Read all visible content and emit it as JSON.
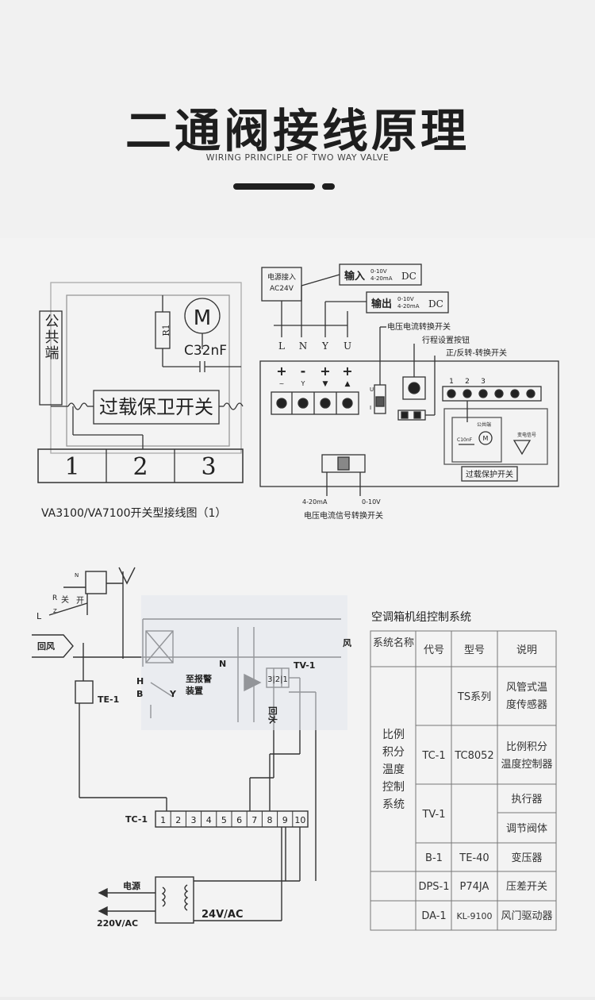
{
  "header": {
    "title": "二通阀接线原理",
    "subtitle": "WIRING PRINCIPLE OF TWO WAY VALVE"
  },
  "diagram1": {
    "common_terminal": "公共端",
    "resistor": "R1",
    "motor": "M",
    "capacitor": "C32nF",
    "overload_switch": "过载保卫开关",
    "terminals": [
      "1",
      "2",
      "3"
    ],
    "caption": "VA3100/VA7100开关型接线图（1）"
  },
  "diagram2": {
    "power_box": [
      "电源接入",
      "AC24V"
    ],
    "input_label": "输入",
    "input_range": [
      "0-10V",
      "4-20mA"
    ],
    "input_dc": "DC",
    "output_label": "输出",
    "output_range": [
      "0-10V",
      "4-20mA"
    ],
    "output_dc": "DC",
    "wire_labels": [
      "L",
      "N",
      "Y",
      "U"
    ],
    "vc_switch": "电压电流转换开关",
    "stroke_button": "行程设置按钮",
    "direction_switch": "正/反转-转换开关",
    "terminal_signs": [
      "+",
      "-",
      "+",
      "+"
    ],
    "terminal_subs": [
      "~",
      "Y",
      "▼",
      "▲"
    ],
    "inner_terminal_nums": [
      "1",
      "2",
      "3"
    ],
    "inner_common": "公共端",
    "inner_cap": "C10nF",
    "inner_motor": "M",
    "inner_signal": "变电信号",
    "overload_protect": "过载保护开关",
    "switch_left": "4-20mA",
    "switch_right": "0-10V",
    "signal_switch_caption": "电压电流信号转换开关",
    "u_mark": "U",
    "i_mark": "I"
  },
  "diagram3": {
    "legend_n": "N",
    "legend_r": "R",
    "guan": "关",
    "kai": "开",
    "l_label": "L",
    "z_mark": "Z",
    "huifeng": "回风",
    "te1": "TE-1",
    "h_label": "H",
    "b_label": "B",
    "y_label": "Y",
    "alarm": [
      "至报警",
      "装置"
    ],
    "n_label": "N",
    "tv1": "TV-1",
    "tv_terms": "3|2|1",
    "huishui": "回水",
    "feng": "风",
    "tc1": "TC-1",
    "tc_terminals": [
      "1",
      "2",
      "3",
      "4",
      "5",
      "6",
      "7",
      "8",
      "9",
      "10"
    ],
    "power": "电源",
    "v220": "220V/AC",
    "v24": "24V/AC"
  },
  "table": {
    "title": "空调箱机组控制系统",
    "headers": [
      "系统名称",
      "代号",
      "型号",
      "说明"
    ],
    "system_name": [
      "比例",
      "积分",
      "温度",
      "控制",
      "系统"
    ],
    "rows": [
      {
        "code": "",
        "model": "TS系列",
        "desc": [
          "风管式温",
          "度传感器"
        ]
      },
      {
        "code": "TC-1",
        "model": "TC8052",
        "desc": [
          "比例积分",
          "温度控制器"
        ]
      },
      {
        "code": "TV-1",
        "model": "",
        "desc": [
          "执行器"
        ]
      },
      {
        "code": "",
        "model": "",
        "desc": [
          "调节阀体"
        ]
      },
      {
        "code": "B-1",
        "model": "TE-40",
        "desc": [
          "变压器"
        ]
      },
      {
        "code": "DPS-1",
        "model": "P74JA",
        "desc": [
          "压差开关"
        ]
      },
      {
        "code": "DA-1",
        "model": "KL-9100",
        "desc": [
          "风门驱动器"
        ]
      }
    ]
  }
}
